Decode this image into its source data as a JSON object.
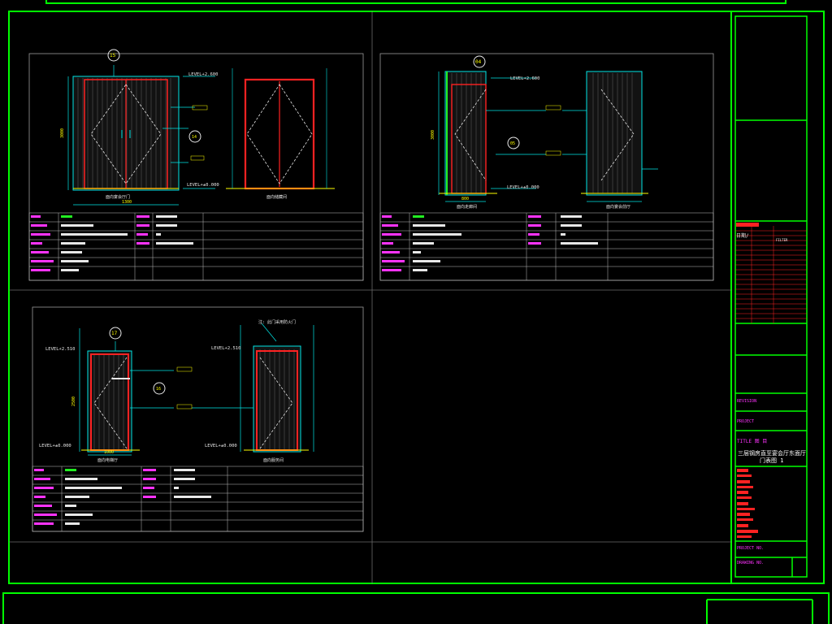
{
  "colors": {
    "background": "#000000",
    "frame": "#00ff00",
    "cyan": "#00e6e6",
    "yellow": "#ffff00",
    "red": "#ff2222",
    "magenta": "#ff33ff",
    "white": "#e8e8e8",
    "green": "#22ee22",
    "panel_border": "#9a9a9a"
  },
  "title_block": {
    "date_label": "日期/",
    "date_value": "",
    "ref_label": "REVISION",
    "ref_value": "FILTER",
    "drawing_title_label": "TITLE 图 目",
    "drawing_title_line1": "三层钢房直至宴会厅东面厅",
    "drawing_title_line2": "门表图 1",
    "drawing_no_label": "DRAWING NO."
  },
  "panels": {
    "a": {
      "ref": "15",
      "tag_a": "14",
      "level_top": "LEVEL+2.600",
      "level_bottom": "LEVEL+±0.000",
      "width_dim": "1300",
      "height_dim": "3000",
      "caption_left": "面向宴会厅门",
      "caption_right": "面向储藏间"
    },
    "b": {
      "ref": "04",
      "tag_a": "05",
      "level_top": "LEVEL+2.600",
      "level_bottom": "LEVEL+±0.000",
      "width_dim": "800",
      "height_dim": "3000",
      "caption_left": "面向走廊间",
      "caption_right": "面向宴会前厅"
    },
    "c": {
      "ref": "17",
      "tag_a": "16",
      "level_top_left": "LEVEL+2.510",
      "level_top_right": "LEVEL+2.510",
      "level_bottom_left": "LEVEL+±0.000",
      "level_bottom_right": "LEVEL+±0.000",
      "width_dim": "1000",
      "height_dim": "2500",
      "caption_left": "面向电梯厅",
      "caption_right": "面向服务间",
      "note": "注: 此门采用防火门"
    }
  }
}
